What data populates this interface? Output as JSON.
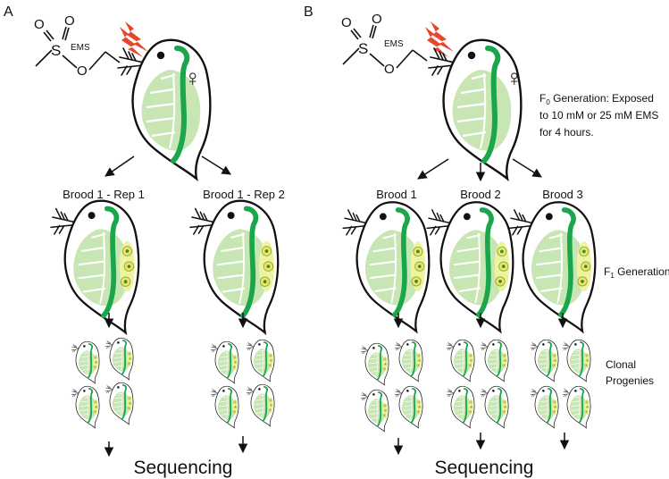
{
  "panels": [
    {
      "id": "A",
      "letter": "A",
      "mutagen_label": "EMS",
      "broods": [
        "Brood 1 - Rep 1",
        "Brood 1 - Rep 2"
      ],
      "output_label": "Sequencing"
    },
    {
      "id": "B",
      "letter": "B",
      "mutagen_label": "EMS",
      "broods": [
        "Brood 1",
        "Brood 2",
        "Brood 3"
      ],
      "output_label": "Sequencing",
      "annotations": {
        "f0_prefix": "F",
        "f0_sub": "0",
        "f0_line1": " Generation: Exposed",
        "f0_line2": "to 10 mM or 25 mM EMS",
        "f0_line3": "for 4 hours.",
        "f1_prefix": "F",
        "f1_sub": "1",
        "f1_suffix": " Generation",
        "clonal_line1": "Clonal",
        "clonal_line2": "Progenies"
      }
    }
  ],
  "symbols": {
    "female": "♀",
    "sulfur": "S",
    "oxygen": "O"
  },
  "colors": {
    "gut": "#1aa64a",
    "body_fill": "#c8e6b4",
    "egg_yellow": "#e8e86a",
    "egg_green": "#3a8a3a",
    "radiation": "#e8452a",
    "ink": "#111111"
  }
}
